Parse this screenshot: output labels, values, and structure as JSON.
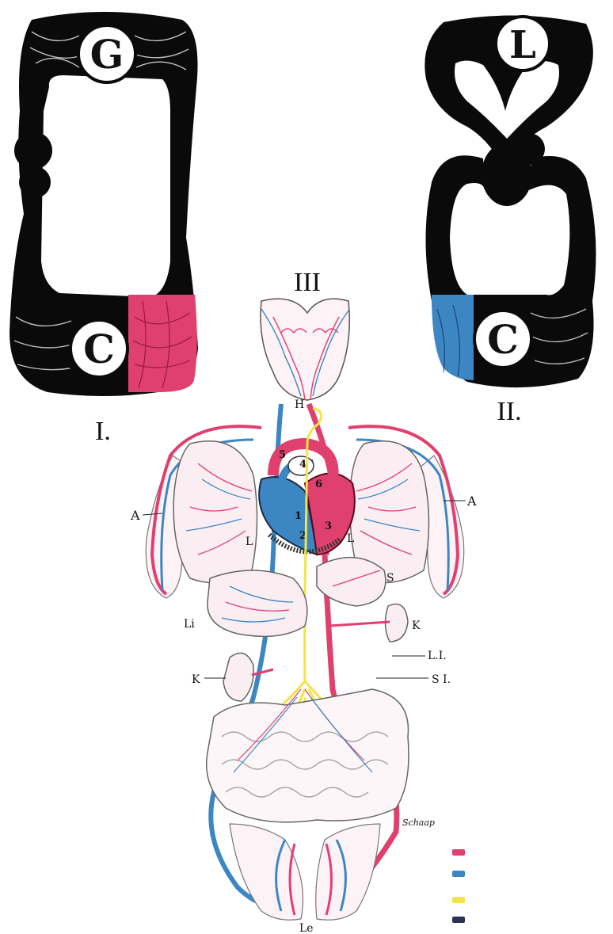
{
  "figures": {
    "one": {
      "roman": "I.",
      "top_circle": "G",
      "bottom_circle": "C"
    },
    "two": {
      "roman": "II.",
      "top_circle": "L",
      "bottom_circle": "C"
    },
    "three": {
      "roman": "III"
    }
  },
  "heart_chambers": [
    "1",
    "2",
    "3",
    "4",
    "5",
    "6"
  ],
  "organ_labels": {
    "head": "H",
    "arm_left": "A",
    "arm_right": "A",
    "lung_left": "L",
    "lung_right": "L",
    "stomach": "S",
    "liver": "Li",
    "kidney_right": "K",
    "kidney_left": "K",
    "large_intestine": "L.I.",
    "small_intestine": "S I.",
    "legs": "Le"
  },
  "signature": "Schaap",
  "legend": {
    "swatches": [
      {
        "color": "#e0406e"
      },
      {
        "color": "#3c86c4"
      },
      {
        "color": "#f2e447"
      },
      {
        "color": "#2c3156"
      }
    ]
  },
  "colors": {
    "ink": "#0a0a0a",
    "artery": "#e0406e",
    "vein": "#3c86c4",
    "lymph": "#f2e447"
  }
}
